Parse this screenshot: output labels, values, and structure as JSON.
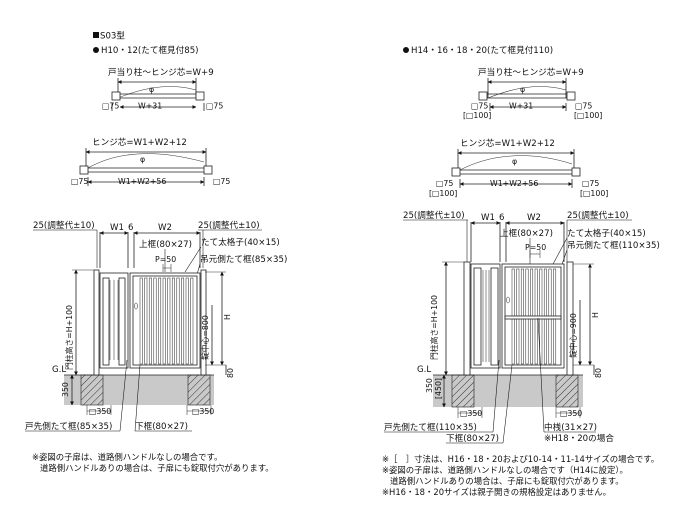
{
  "model": {
    "label": "S03型"
  },
  "left": {
    "heading": "H10・12(たて框見付85)",
    "plan1": {
      "top": "戸当り柱～ヒンジ芯=W+9",
      "phi": "φ",
      "mid": "W+31",
      "sideL": "□75",
      "sideR": "□75"
    },
    "plan2": {
      "top": "ヒンジ芯=W1+W2+12",
      "phi": "φ",
      "mid": "W1+W2+56",
      "sideL": "□75",
      "sideR": "□75"
    },
    "elev": {
      "adjL": "25(調整代±10)",
      "adjR": "25(調整代±10)",
      "w1": "W1",
      "six": "6",
      "w2": "W2",
      "topRail": "上框(80×27)",
      "thickBar": "たて太格子(40×15)",
      "hingeStile": "吊元側たて框(85×35)",
      "p50": "P=50",
      "postHeight": "門柱高さ=H+100",
      "lockHeight": "錠中心=800",
      "h": "H",
      "gl": "G.L",
      "base": "350",
      "gap": "80",
      "postL": "□350",
      "postR": "□350",
      "doorStile": "戸先側たて框(85×35)",
      "bottomRail": "下框(80×27)"
    },
    "notes": [
      "※姿図の子扉は、道路側ハンドルなしの場合です。",
      "道路側ハンドルありの場合は、子扉にも錠取付穴があります。"
    ]
  },
  "right": {
    "heading": "H14・16・18・20(たて框見付110)",
    "plan1": {
      "top": "戸当り柱～ヒンジ芯=W+9",
      "phi": "φ",
      "mid": "W+31",
      "sideL": "□75",
      "sideL2": "[□100]",
      "sideR": "□75",
      "sideR2": "[□100]"
    },
    "plan2": {
      "top": "ヒンジ芯=W1+W2+12",
      "phi": "φ",
      "mid": "W1+W2+56",
      "sideL": "□75",
      "sideL2": "[□100]",
      "sideR": "□75",
      "sideR2": "[□100]"
    },
    "elev": {
      "adjL": "25(調整代±10)",
      "adjR": "25(調整代±10)",
      "w1": "W1",
      "six": "6",
      "w2": "W2",
      "topRail": "上框(80×27)",
      "thickBar": "たて太格子(40×15)",
      "hingeStile": "吊元側たて框(110×35)",
      "p50": "P=50",
      "postHeight": "門柱高さ=H+100",
      "lockHeight": "錠中心=900",
      "h": "H",
      "gl": "G.L",
      "base": "350",
      "base2": "[450]",
      "gap": "80",
      "postL": "□350",
      "postR": "□350",
      "doorStile": "戸先側たて框(110×35)",
      "bottomRail": "下框(80×27)",
      "midRail": "中桟(31×27)",
      "midRailNote": "※H18・20の場合"
    },
    "notes": [
      "※［　］寸法は、H16・18・20および10-14・11-14サイズの場合です。",
      "※姿図の子扉は、道路側ハンドルなしの場合です（H14に設定）。",
      "道路側ハンドルありの場合は、子扉にも錠取付穴があります。",
      "※H16・18・20サイズは親子開きの規格設定はありません。"
    ]
  }
}
